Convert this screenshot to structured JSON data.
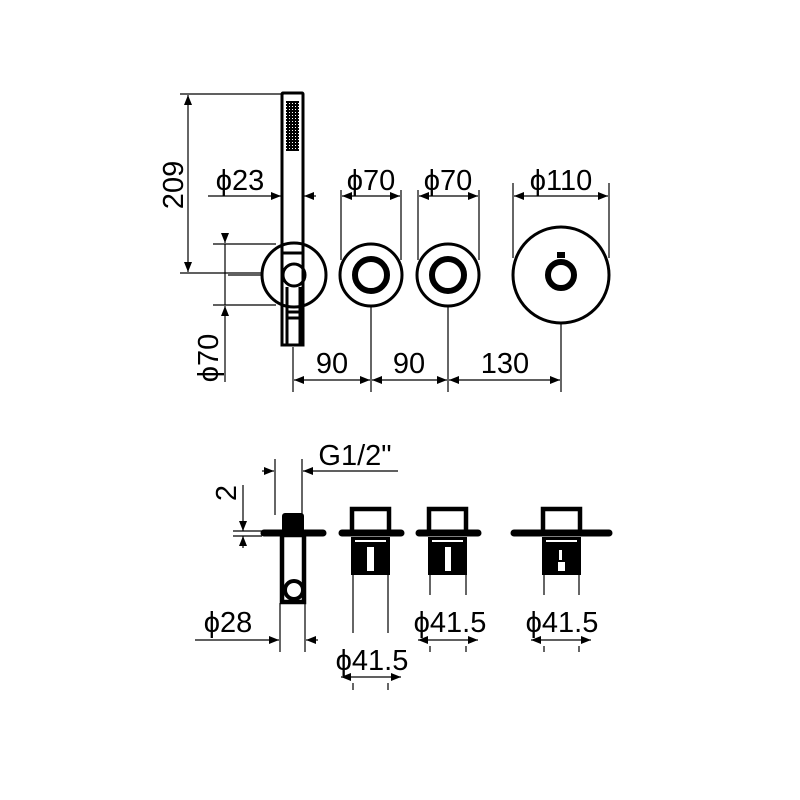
{
  "drawing": {
    "top_view": {
      "height_label": "209",
      "handshower_diameter_label": "ϕ23",
      "bracket_diameter_label": "ϕ70",
      "valve1_diameter_label": "ϕ70",
      "valve2_diameter_label": "ϕ70",
      "thermostat_diameter_label": "ϕ110",
      "spacing_labels": [
        "90",
        "90",
        "130"
      ]
    },
    "side_view": {
      "thread_label": "G1/2\"",
      "plate_thickness_label": "2",
      "outlet_diameter_label": "ϕ28",
      "body_diameter_labels": [
        "ϕ41.5",
        "ϕ41.5",
        "ϕ41.5"
      ]
    },
    "colors": {
      "line": "#000000",
      "background": "#ffffff"
    }
  }
}
